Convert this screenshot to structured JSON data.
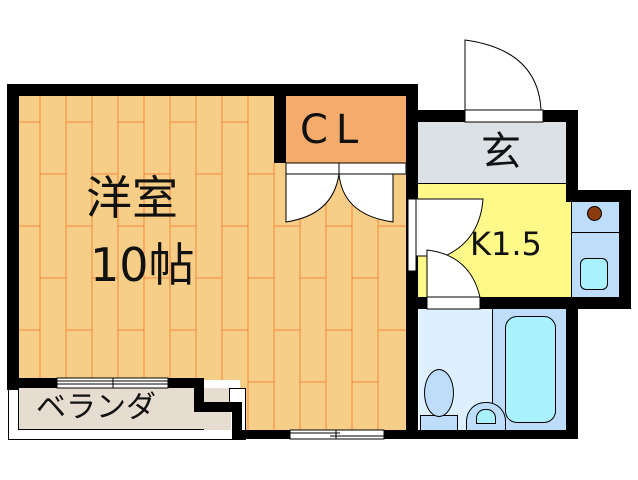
{
  "rooms": {
    "western_room": {
      "label_line1": "洋室",
      "label_line2": "10帖",
      "color": "#F7CE87",
      "grain_color": "#F5883F"
    },
    "closet": {
      "label": "CL",
      "color": "#F5AB6B"
    },
    "entrance": {
      "label": "玄",
      "color": "#DCE1E6"
    },
    "kitchen": {
      "label": "K1.5",
      "color": "#FFF98A"
    },
    "kitchen_counter": {
      "color": "#BDDDFB",
      "stove_color": "#8B3A0E",
      "sink_color": "#A8F1FD"
    },
    "bathroom": {
      "toilet_area_color": "#DDF0FD",
      "bath_area_color": "#BDDDFB",
      "tub_color": "#A8F1FD"
    },
    "balcony": {
      "label": "ベランダ",
      "color": "#E6DCD0"
    }
  }
}
